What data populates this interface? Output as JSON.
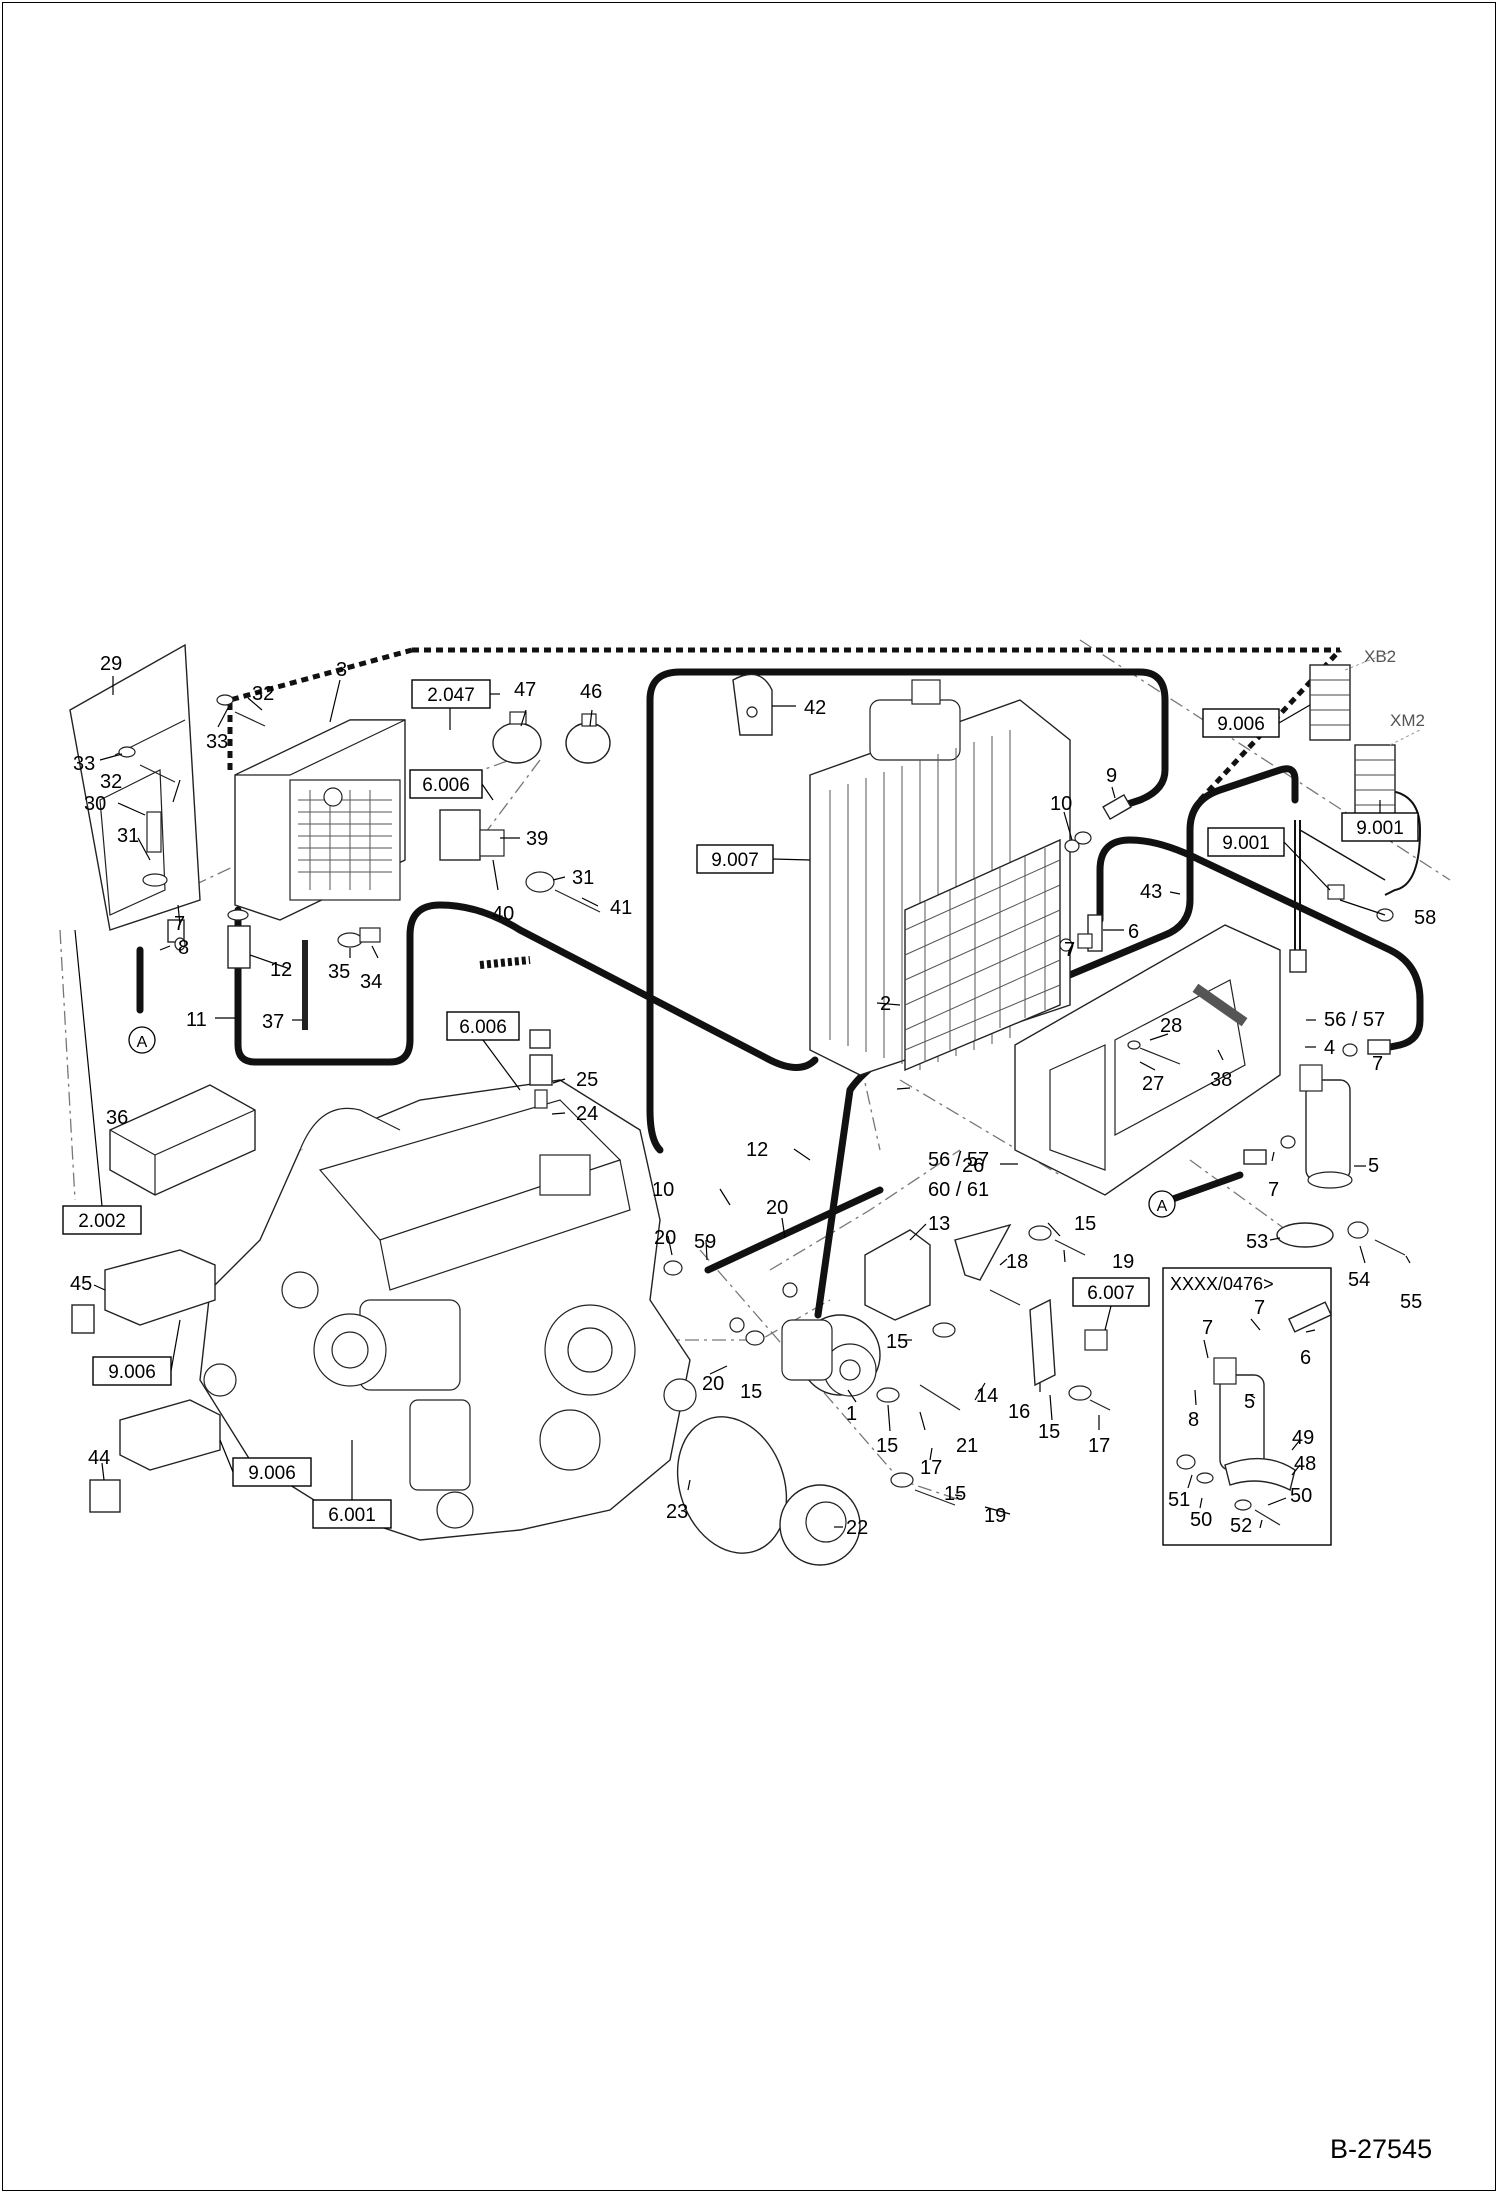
{
  "document_number": "B-27545",
  "inset": {
    "title": "XXXX/0476>"
  },
  "callouts": [
    {
      "id": "c29",
      "text": "29"
    },
    {
      "id": "c3",
      "text": "3"
    },
    {
      "id": "c32a",
      "text": "32"
    },
    {
      "id": "c33a",
      "text": "33"
    },
    {
      "id": "c33b",
      "text": "33"
    },
    {
      "id": "c32b",
      "text": "32"
    },
    {
      "id": "c30",
      "text": "30"
    },
    {
      "id": "c31a",
      "text": "31"
    },
    {
      "id": "c7a",
      "text": "7"
    },
    {
      "id": "c8a",
      "text": "8"
    },
    {
      "id": "c12a",
      "text": "12"
    },
    {
      "id": "c11",
      "text": "11"
    },
    {
      "id": "c35",
      "text": "35"
    },
    {
      "id": "c34",
      "text": "34"
    },
    {
      "id": "c37",
      "text": "37"
    },
    {
      "id": "c47",
      "text": "47"
    },
    {
      "id": "c46",
      "text": "46"
    },
    {
      "id": "c39",
      "text": "39"
    },
    {
      "id": "c31b",
      "text": "31"
    },
    {
      "id": "c40",
      "text": "40"
    },
    {
      "id": "c41",
      "text": "41"
    },
    {
      "id": "c25",
      "text": "25"
    },
    {
      "id": "c24",
      "text": "24"
    },
    {
      "id": "c42",
      "text": "42"
    },
    {
      "id": "c9",
      "text": "9"
    },
    {
      "id": "c10a",
      "text": "10"
    },
    {
      "id": "c6a",
      "text": "6"
    },
    {
      "id": "c7b",
      "text": "7"
    },
    {
      "id": "c2",
      "text": "2"
    },
    {
      "id": "c43",
      "text": "43"
    },
    {
      "id": "c58",
      "text": "58"
    },
    {
      "id": "c5657a",
      "text": "56 / 57"
    },
    {
      "id": "c4",
      "text": "4"
    },
    {
      "id": "c7c",
      "text": "7"
    },
    {
      "id": "c5a",
      "text": "5"
    },
    {
      "id": "c7d",
      "text": "7"
    },
    {
      "id": "c28",
      "text": "28"
    },
    {
      "id": "c27",
      "text": "27"
    },
    {
      "id": "c38",
      "text": "38"
    },
    {
      "id": "c26",
      "text": "26"
    },
    {
      "id": "c36",
      "text": "36"
    },
    {
      "id": "c12b",
      "text": "12"
    },
    {
      "id": "c10b",
      "text": "10"
    },
    {
      "id": "c5657b",
      "text": "56 / 57"
    },
    {
      "id": "c6061",
      "text": "60 / 61"
    },
    {
      "id": "c20a",
      "text": "20"
    },
    {
      "id": "c20b",
      "text": "20"
    },
    {
      "id": "c59",
      "text": "59"
    },
    {
      "id": "c13",
      "text": "13"
    },
    {
      "id": "c15a",
      "text": "15"
    },
    {
      "id": "c19a",
      "text": "19"
    },
    {
      "id": "c18",
      "text": "18"
    },
    {
      "id": "c20c",
      "text": "20"
    },
    {
      "id": "c15b",
      "text": "15"
    },
    {
      "id": "c15c",
      "text": "15"
    },
    {
      "id": "c14",
      "text": "14"
    },
    {
      "id": "c16",
      "text": "16"
    },
    {
      "id": "c15d",
      "text": "15"
    },
    {
      "id": "c17a",
      "text": "17"
    },
    {
      "id": "c1",
      "text": "1"
    },
    {
      "id": "c15e",
      "text": "15"
    },
    {
      "id": "c21",
      "text": "21"
    },
    {
      "id": "c17b",
      "text": "17"
    },
    {
      "id": "c15f",
      "text": "15"
    },
    {
      "id": "c19b",
      "text": "19"
    },
    {
      "id": "c23",
      "text": "23"
    },
    {
      "id": "c22",
      "text": "22"
    },
    {
      "id": "c45",
      "text": "45"
    },
    {
      "id": "c44",
      "text": "44"
    },
    {
      "id": "c53",
      "text": "53"
    },
    {
      "id": "c54",
      "text": "54"
    },
    {
      "id": "c55",
      "text": "55"
    },
    {
      "id": "c7e",
      "text": "7"
    },
    {
      "id": "c7f",
      "text": "7"
    },
    {
      "id": "c6b",
      "text": "6"
    },
    {
      "id": "c8b",
      "text": "8"
    },
    {
      "id": "c5b",
      "text": "5"
    },
    {
      "id": "c49",
      "text": "49"
    },
    {
      "id": "c48",
      "text": "48"
    },
    {
      "id": "c51",
      "text": "51"
    },
    {
      "id": "c50a",
      "text": "50"
    },
    {
      "id": "c50b",
      "text": "50"
    },
    {
      "id": "c52",
      "text": "52"
    }
  ],
  "refs": [
    {
      "id": "r2047",
      "text": "2.047"
    },
    {
      "id": "r6006a",
      "text": "6.006"
    },
    {
      "id": "r6006b",
      "text": "6.006"
    },
    {
      "id": "r9007",
      "text": "9.007"
    },
    {
      "id": "r9006a",
      "text": "9.006"
    },
    {
      "id": "r9001a",
      "text": "9.001"
    },
    {
      "id": "r9001b",
      "text": "9.001"
    },
    {
      "id": "r2002",
      "text": "2.002"
    },
    {
      "id": "r9006b",
      "text": "9.006"
    },
    {
      "id": "r9006c",
      "text": "9.006"
    },
    {
      "id": "r6001",
      "text": "6.001"
    },
    {
      "id": "r6007",
      "text": "6.007"
    }
  ],
  "connectors": [
    {
      "id": "xb2",
      "text": "XB2"
    },
    {
      "id": "xm2",
      "text": "XM2"
    }
  ],
  "markers": [
    {
      "id": "ma",
      "text": "A"
    },
    {
      "id": "mb",
      "text": "A"
    }
  ]
}
